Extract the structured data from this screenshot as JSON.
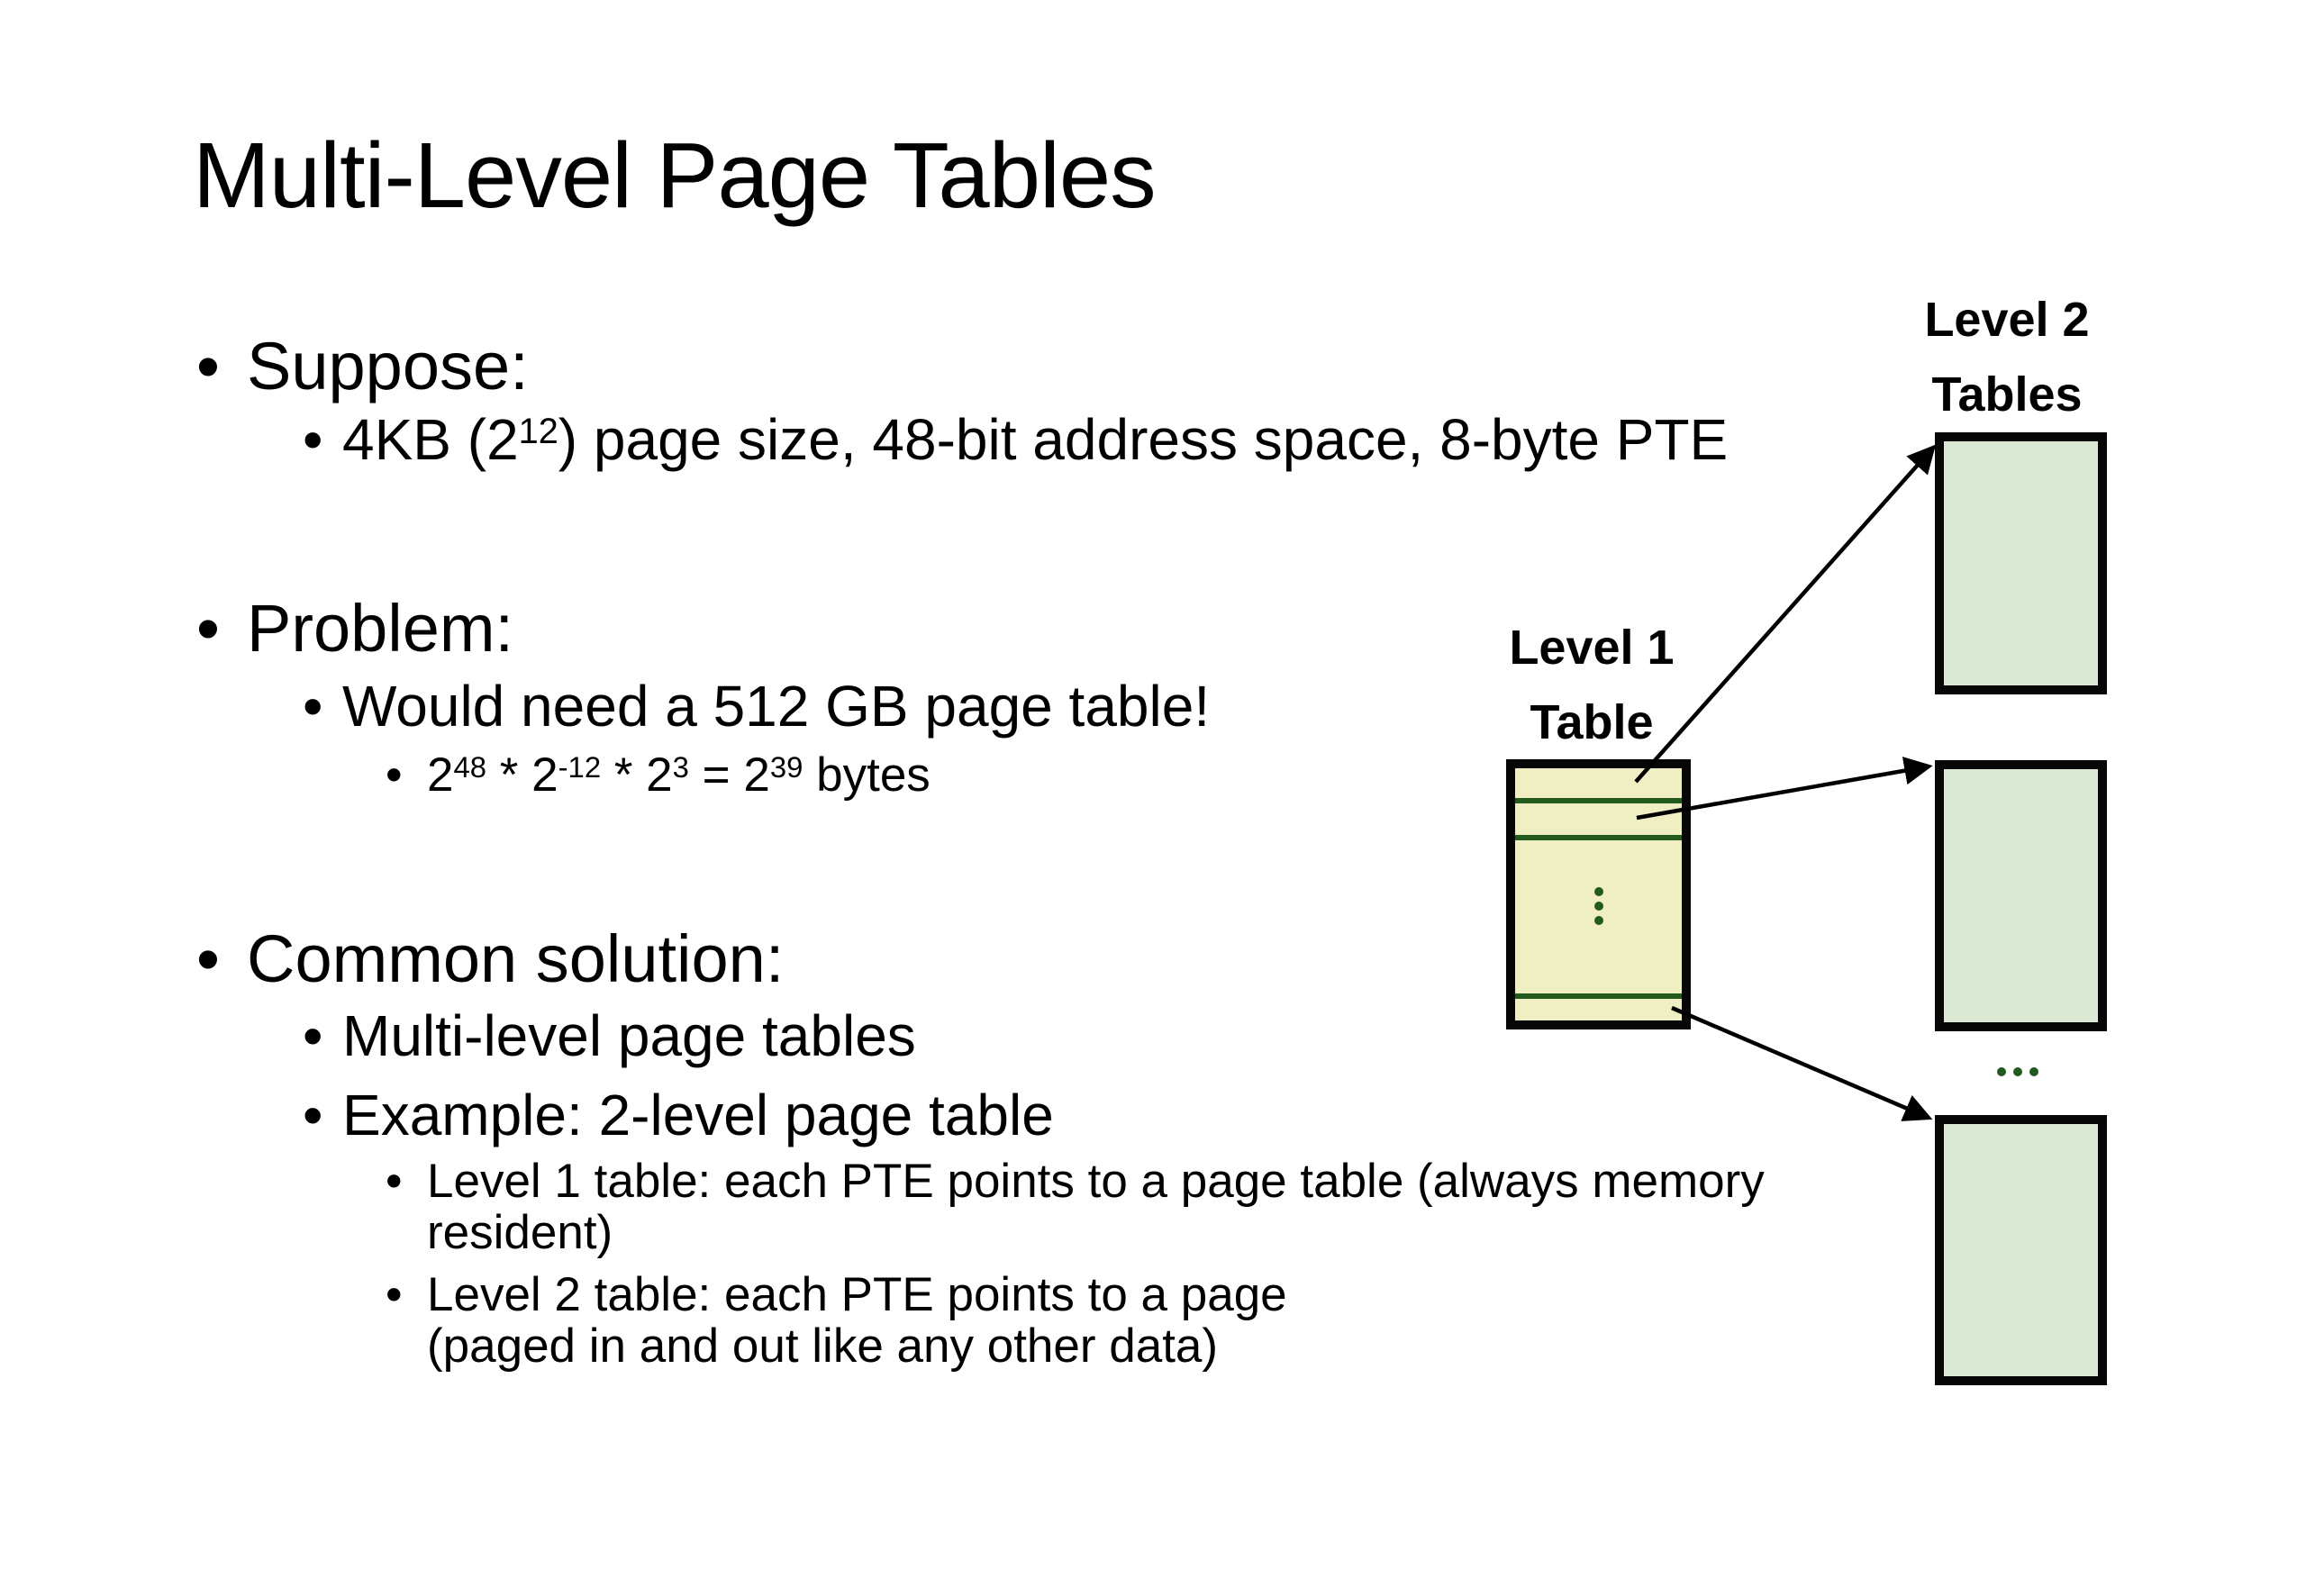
{
  "slide": {
    "title": "Multi-Level Page Tables",
    "glyphs": {
      "bullet": "•"
    },
    "bullets": [
      {
        "id": "suppose",
        "level": 1,
        "text": "Suppose:"
      },
      {
        "id": "suppose-detail",
        "level": 2,
        "segments": [
          {
            "t": "4KB (2"
          },
          {
            "t": "12",
            "sup": true
          },
          {
            "t": ") page size, 48-bit address space, 8-byte PTE"
          }
        ]
      },
      {
        "id": "problem",
        "level": 1,
        "text": "Problem:"
      },
      {
        "id": "problem-detail",
        "level": 2,
        "text": "Would need a 512 GB page table!"
      },
      {
        "id": "equation",
        "level": 3,
        "segments": [
          {
            "t": "2"
          },
          {
            "t": "48",
            "sup": true
          },
          {
            "t": " * 2"
          },
          {
            "t": "-12",
            "sup": true
          },
          {
            "t": " * 2"
          },
          {
            "t": "3",
            "sup": true
          },
          {
            "t": " = 2"
          },
          {
            "t": "39",
            "sup": true
          },
          {
            "t": " bytes"
          }
        ]
      },
      {
        "id": "common-solution",
        "level": 1,
        "text": "Common solution:"
      },
      {
        "id": "multi-level",
        "level": 2,
        "text": "Multi-level page tables"
      },
      {
        "id": "example",
        "level": 2,
        "text": "Example: 2-level page table"
      },
      {
        "id": "level1-note",
        "level": 3,
        "lines": [
          "Level 1 table: each PTE points to a page table (always memory",
          "resident)"
        ]
      },
      {
        "id": "level2-note",
        "level": 3,
        "lines": [
          "Level 2 table: each PTE points to a page",
          "(paged in and out like any other data)"
        ]
      }
    ]
  },
  "diagram": {
    "level1_table": {
      "label_line1": "Level 1",
      "label_line2": "Table",
      "fill": "#F0EFC3",
      "divider_color": "#235A1E",
      "border_color": "#070707",
      "rows": 4,
      "vertical_ellipsis": "⋮"
    },
    "level2_tables": {
      "label_line1": "Level 2",
      "label_line2": "Tables",
      "fill": "#DBE9D4",
      "border_color": "#070707",
      "count": 3,
      "horizontal_ellipsis": "…"
    },
    "arrow_color": "#000000",
    "arrow_count": 3
  }
}
